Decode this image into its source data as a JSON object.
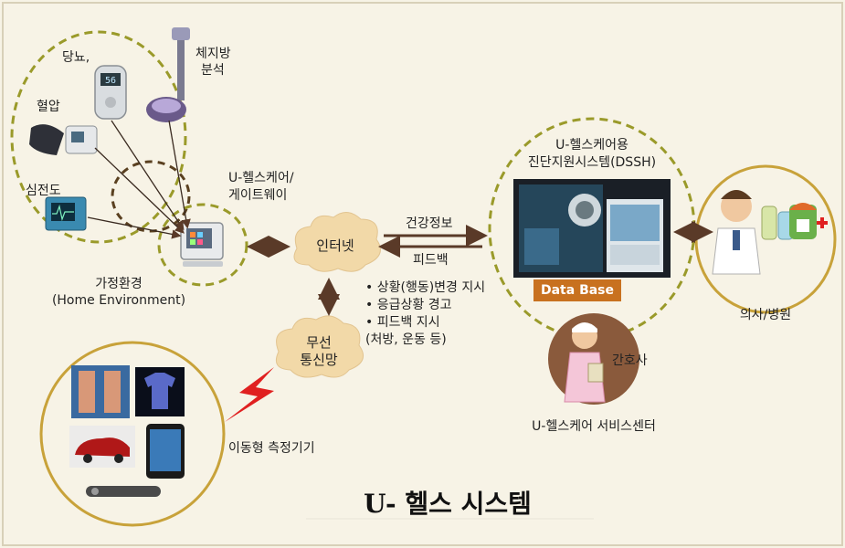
{
  "colors": {
    "background": "#f7f3e6",
    "dashed_circle": "#9a9a2a",
    "solid_circle": "#c8a23a",
    "arrow": "#5a3a28",
    "cloud": "#f2d9a8",
    "database_badge": "#c8711f",
    "wireless_bolt": "#e02020"
  },
  "home": {
    "label_glucose": "당뇨,",
    "label_body_fat_line1": "체지방",
    "label_body_fat_line2": "분석",
    "label_blood_pressure": "혈압",
    "label_ecg": "심전도",
    "label_environment_line1": "가정환경",
    "label_environment_line2": "(Home Environment)",
    "glucose_reading": "56"
  },
  "gateway": {
    "label_line1": "U-헬스케어/",
    "label_line2": "게이트웨이"
  },
  "internet": {
    "label": "인터넷"
  },
  "wireless": {
    "label_line1": "무선",
    "label_line2": "통신망"
  },
  "links": {
    "health_info": "건강정보",
    "feedback": "피드백"
  },
  "actions": [
    "상황(행동)변경 지시",
    "응급상황 경고",
    "피드백 지시",
    "(처방, 운동 등)"
  ],
  "dssh": {
    "label_line1": "U-헬스케어용",
    "label_line2": "진단지원시스템(DSSH)",
    "database": "Data Base"
  },
  "service_center": {
    "nurse_label": "간호사",
    "label": "U-헬스케어 서비스센터"
  },
  "doctor": {
    "label": "의사/병원"
  },
  "mobile": {
    "label": "이동형 측정기기"
  },
  "title": "U- 헬스 시스템"
}
